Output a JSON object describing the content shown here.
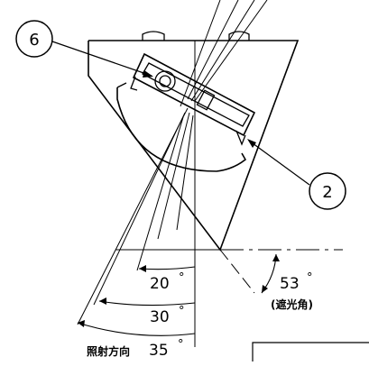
{
  "callouts": {
    "left": "6",
    "right": "2"
  },
  "angles": {
    "a20": "20",
    "a30": "30",
    "a35": "35",
    "a53": "53",
    "degree": "°"
  },
  "labels": {
    "shading_angle": "(遮光角)",
    "irradiation_direction": "照射方向"
  },
  "colors": {
    "ink": "#000000",
    "paper": "#ffffff"
  }
}
